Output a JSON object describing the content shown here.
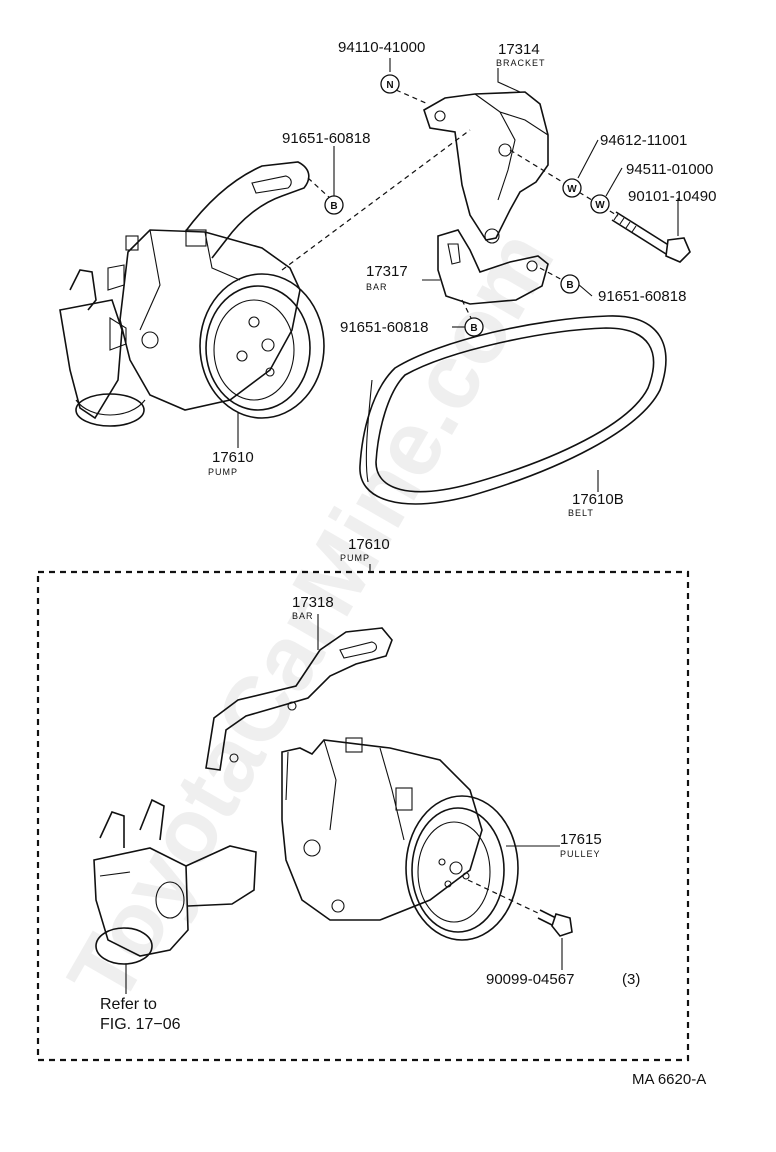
{
  "watermark": "ToyotaCarMine.com",
  "figure_code": "MA  6620-A",
  "badges": {
    "n": "N",
    "b": "B",
    "w": "W"
  },
  "top": {
    "nut": {
      "pn": "94110-41000"
    },
    "bracket": {
      "pn": "17314",
      "sub": "BRACKET"
    },
    "bolt_b_1": {
      "pn": "91651-60818"
    },
    "washer_1": {
      "pn": "94612-11001"
    },
    "washer_2": {
      "pn": "94511-01000"
    },
    "bolt_long": {
      "pn": "90101-10490"
    },
    "bar": {
      "pn": "17317",
      "sub": "BAR"
    },
    "bolt_b_2": {
      "pn": "91651-60818"
    },
    "bolt_b_3": {
      "pn": "91651-60818"
    },
    "pump": {
      "pn": "17610",
      "sub": "PUMP"
    },
    "belt": {
      "pn": "17610B",
      "sub": "BELT"
    }
  },
  "bottom": {
    "pump": {
      "pn": "17610",
      "sub": "PUMP"
    },
    "bar": {
      "pn": "17318",
      "sub": "BAR"
    },
    "pulley": {
      "pn": "17615",
      "sub": "PULLEY"
    },
    "bolt": {
      "pn": "90099-04567",
      "qty": "(3)"
    },
    "refer": {
      "line1": "Refer to",
      "line2": "FIG. 17−06"
    }
  }
}
